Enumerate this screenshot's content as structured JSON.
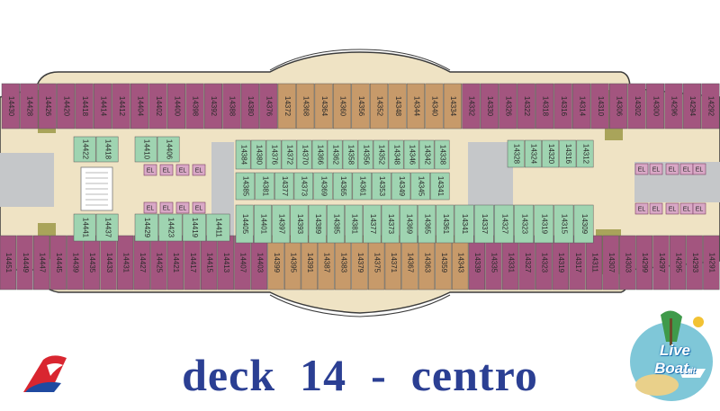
{
  "caption": "deck  14  -  centro",
  "badge": {
    "word1": "Live",
    "word2": "Boat",
    "suffix": ".it"
  },
  "colors": {
    "outside": "#a94f7a",
    "balcony": "#a3557f",
    "ocean": "#c79a6a",
    "interior": "#9fd4b1",
    "corridor": "#efe3c4",
    "service": "#c5c7c9",
    "olive": "#a9a45a",
    "text_blue": "#2b3f93"
  },
  "icons": [
    "carnival-funnel-logo-icon",
    "liveboat-badge-icon",
    "stairs-icon",
    "elevator-icon"
  ],
  "cabins": {
    "top_outer": [
      "14430",
      "14428",
      "14426",
      "14420",
      "14418",
      "14414",
      "14412",
      "14404",
      "14402",
      "14400",
      "14398",
      "14392",
      "14388",
      "14380",
      "14376",
      "14372",
      "14368",
      "14364",
      "14360",
      "14356",
      "14352",
      "14348",
      "14344",
      "14340",
      "14334",
      "14332",
      "14330",
      "14326",
      "14322",
      "14318",
      "14316",
      "14314",
      "14310",
      "14306",
      "14302",
      "14300",
      "14296",
      "14294",
      "14292"
    ],
    "bottom_outer": [
      "14451",
      "14449",
      "14447",
      "14445",
      "14439",
      "14435",
      "14433",
      "14431",
      "14427",
      "14425",
      "14421",
      "14417",
      "14415",
      "14413",
      "14407",
      "14403",
      "14399",
      "14395",
      "14391",
      "14387",
      "14383",
      "14379",
      "14375",
      "14371",
      "14367",
      "14363",
      "14359",
      "14343",
      "14339",
      "14335",
      "14331",
      "14327",
      "14323",
      "14319",
      "14317",
      "14311",
      "14307",
      "14303",
      "14299",
      "14297",
      "14295",
      "14293",
      "14291"
    ],
    "inner_top_left": [
      "14422",
      "14418"
    ],
    "inner_top_mid": [
      "14410",
      "14406"
    ],
    "inner_top_center": [
      "14384",
      "14380",
      "14376",
      "14372",
      "14370",
      "14366",
      "14362",
      "14358",
      "14356",
      "14352",
      "14348",
      "14346",
      "14342",
      "14338"
    ],
    "inner_mid_center": [
      "14385",
      "14381",
      "14377",
      "14373",
      "14369",
      "14365",
      "14361",
      "14353",
      "14349",
      "14345",
      "14341"
    ],
    "inner_top_right": [
      "14328",
      "14324",
      "14320",
      "14316",
      "14312"
    ],
    "inner_bottom_left": [
      "14441",
      "14437"
    ],
    "inner_bottom_mid": [
      "14429",
      "14423",
      "14419",
      "14411"
    ],
    "inner_bottom_center": [
      "14405",
      "14401",
      "14397",
      "14393",
      "14389",
      "14385",
      "14381",
      "14377",
      "14373",
      "14369",
      "14365",
      "14361"
    ],
    "inner_bottom_right": [
      "14341",
      "14337",
      "14327",
      "14323",
      "14319",
      "14315",
      "14309"
    ]
  },
  "elevator_label": "EL"
}
